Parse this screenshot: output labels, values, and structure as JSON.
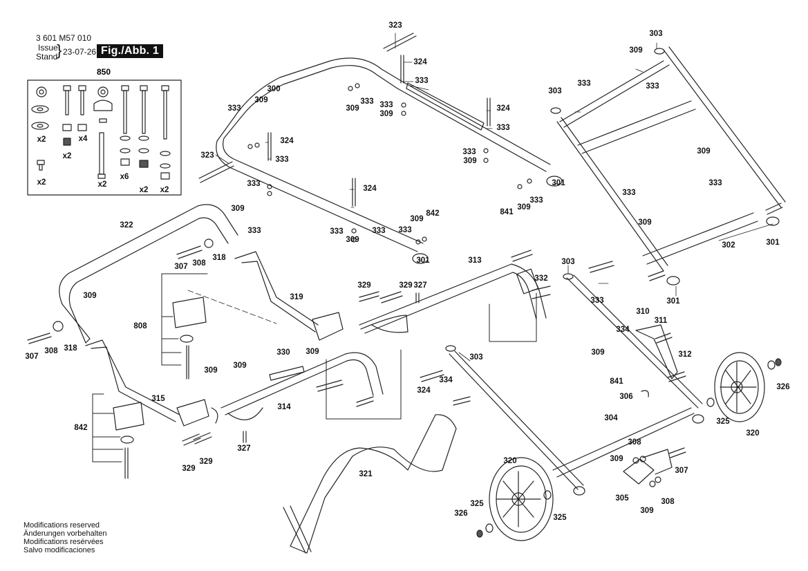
{
  "header": {
    "doc_number": "3 601 M57 010",
    "issue_label": "Issue",
    "stand_label": "Stand",
    "date": "23-07-26",
    "figure_label": "Fig./Abb. 1"
  },
  "kit": {
    "number": "850",
    "quantities": [
      "x2",
      "x4",
      "x2",
      "x2",
      "x2",
      "x6",
      "x2",
      "x2"
    ]
  },
  "part_labels": [
    "300",
    "301",
    "301",
    "301",
    "301",
    "302",
    "303",
    "303",
    "303",
    "303",
    "304",
    "305",
    "306",
    "307",
    "307",
    "307",
    "308",
    "308",
    "308",
    "308",
    "309",
    "309",
    "309",
    "309",
    "309",
    "309",
    "309",
    "309",
    "309",
    "309",
    "309",
    "309",
    "309",
    "309",
    "309",
    "309",
    "309",
    "309",
    "310",
    "311",
    "312",
    "313",
    "314",
    "315",
    "318",
    "318",
    "319",
    "320",
    "320",
    "321",
    "322",
    "323",
    "323",
    "324",
    "324",
    "324",
    "324",
    "324",
    "325",
    "325",
    "325",
    "326",
    "326",
    "327",
    "327",
    "329",
    "329",
    "329",
    "329",
    "330",
    "332",
    "333",
    "333",
    "333",
    "333",
    "333",
    "333",
    "333",
    "333",
    "333",
    "333",
    "333",
    "333",
    "333",
    "333",
    "333",
    "333",
    "333",
    "333",
    "334",
    "334",
    "841",
    "841",
    "842",
    "842",
    "808"
  ],
  "footer": {
    "lines": [
      "Modifications reserved",
      "Änderungen vorbehalten",
      "Modifications resérvées",
      "Salvo modificaciones"
    ]
  }
}
